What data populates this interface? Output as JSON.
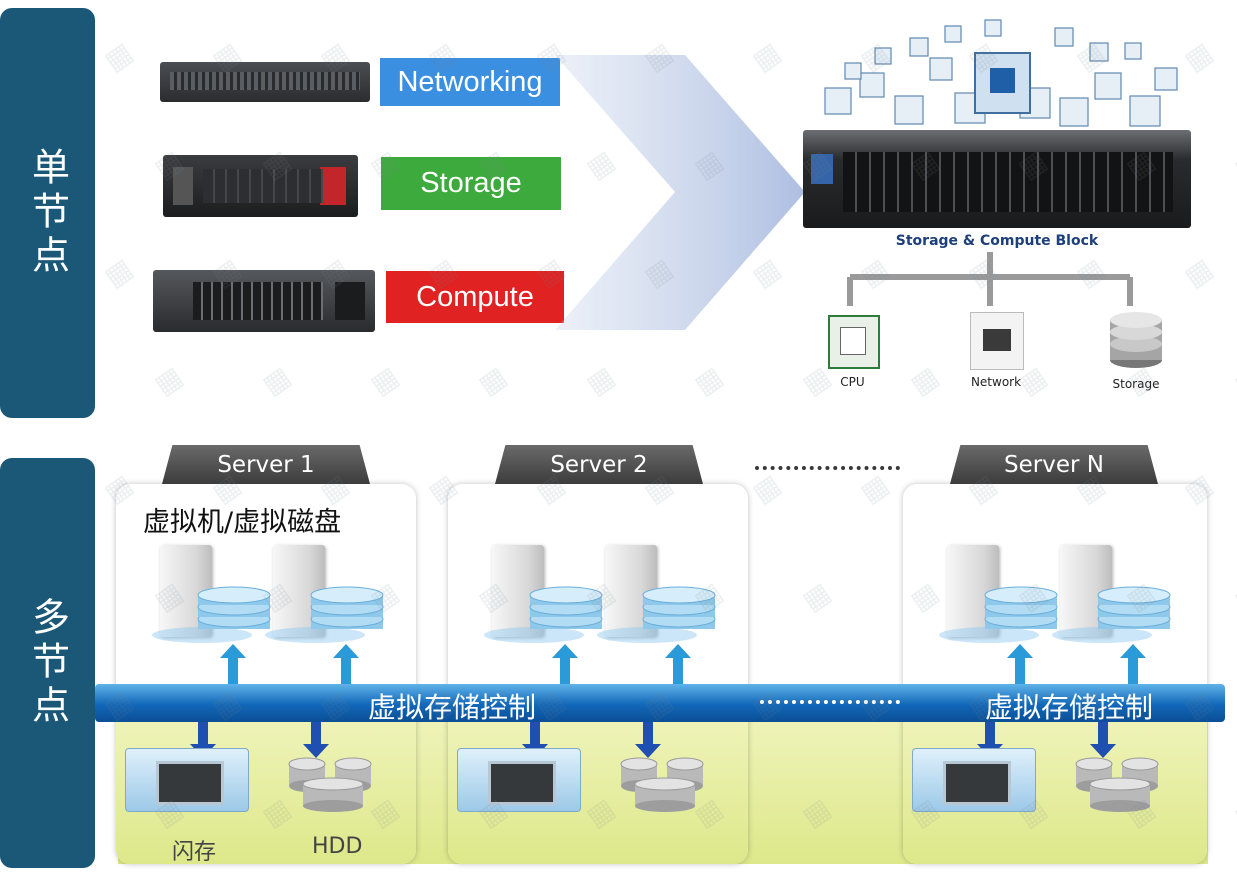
{
  "side_labels": {
    "single": "单节点",
    "multi": "多节点"
  },
  "top": {
    "tags": [
      {
        "label": "Networking",
        "color": "#3b8fe0"
      },
      {
        "label": "Storage",
        "color": "#3daa3d"
      },
      {
        "label": "Compute",
        "color": "#e02222"
      }
    ],
    "block_label": "Storage & Compute Block",
    "components": [
      "CPU",
      "Network",
      "Storage"
    ]
  },
  "servers": {
    "names": [
      "Server 1",
      "Server 2",
      "Server N"
    ],
    "vm_label": "虚拟机/虚拟磁盘",
    "bus_label": "虚拟存储控制",
    "flash_label": "闪存",
    "hdd_label": "HDD"
  },
  "colors": {
    "side_bg": "#1b5877",
    "bus": "#1267b8",
    "panel_tab": "#4a4a4a",
    "storage_band": "#e4ec9c"
  },
  "icons": [
    "switch",
    "storage-array",
    "rack-server",
    "chevron-arrow",
    "vm-cube",
    "cpu-chip",
    "network-port",
    "database",
    "tower-server",
    "disk-stack",
    "flash-card"
  ]
}
